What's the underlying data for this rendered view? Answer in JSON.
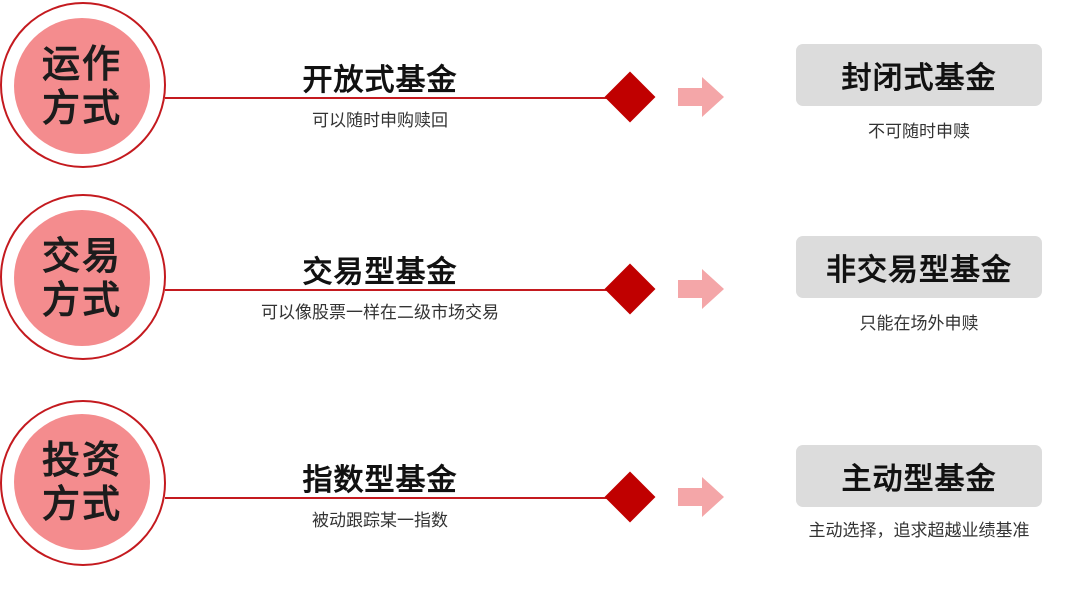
{
  "colors": {
    "ring": "#c41a1f",
    "disc": "#f48c8e",
    "connector": "#c41a1f",
    "diamond": "#c00000",
    "arrow": "#f4a6a8",
    "result_box": "#dcdcdc"
  },
  "icons": {
    "diamond": "diamond-icon",
    "arrow": "arrow-right-icon"
  },
  "rows": [
    {
      "category_line1": "运作",
      "category_line2": "方式",
      "title": "开放式基金",
      "subtitle": "可以随时申购赎回",
      "result_title": "封闭式基金",
      "result_note": "不可随时申赎"
    },
    {
      "category_line1": "交易",
      "category_line2": "方式",
      "title": "交易型基金",
      "subtitle": "可以像股票一样在二级市场交易",
      "result_title": "非交易型基金",
      "result_note": "只能在场外申赎"
    },
    {
      "category_line1": "投资",
      "category_line2": "方式",
      "title": "指数型基金",
      "subtitle": "被动跟踪某一指数",
      "result_title": "主动型基金",
      "result_note": "主动选择，追求超越业绩基准"
    }
  ]
}
